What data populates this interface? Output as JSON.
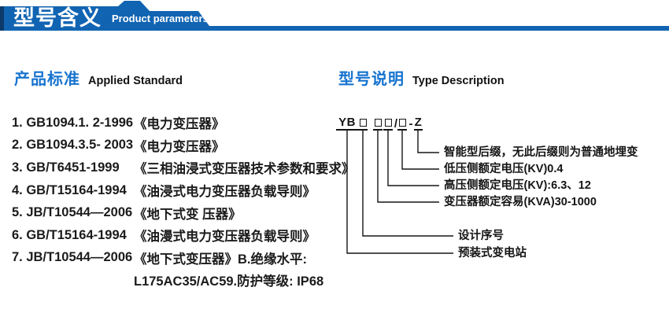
{
  "header": {
    "title": "型号含义",
    "subtitle": "Product parameters"
  },
  "colors": {
    "banner_blue": "#1164b2",
    "banner_navy": "#0d3a6a",
    "heading_blue": "#1673cf",
    "line_black": "#151515"
  },
  "standards": {
    "heading_zh": "产品标准",
    "heading_en": "Applied Standard",
    "items": [
      {
        "code": "1. GB1094.1. 2-1996",
        "title": "《电力变压器》"
      },
      {
        "code": "2. GB1094.3.5- 2003",
        "title": "《电力变压器》"
      },
      {
        "code": "3. GB/T6451-1999",
        "title": "《三相油浸式变压器技术参数和要求》"
      },
      {
        "code": "4. GB/T15164-1994",
        "title": "《油浸式电力变压器负载导则》"
      },
      {
        "code": "5. JB/T10544—2006",
        "title": "《地下式变 压器》"
      },
      {
        "code": "6. GB/T15164-1994",
        "title": "《油漫式电力变压器负载导则》"
      },
      {
        "code": "7. JB/T10544—2006",
        "title": "《地下式变压器》B.绝缘水平:"
      }
    ],
    "continuation": "L175AC35/AC59.防护等级: IP68"
  },
  "type_description": {
    "heading_zh": "型号说明",
    "heading_en": "Type Description",
    "model_code": {
      "prefix": "YB",
      "placeholder_boxes": 4,
      "slash": "/",
      "dash": "-",
      "suffix": "Z"
    },
    "labels": [
      "智能型后缀，无此后缀则为普通地埋变",
      "低压侧额定电压(KV)0.4",
      "高压侧额定电压(KV):6.3、12",
      "变压器额定容易(KVA)30-1000",
      "设计序号",
      "预装式变电站"
    ]
  }
}
